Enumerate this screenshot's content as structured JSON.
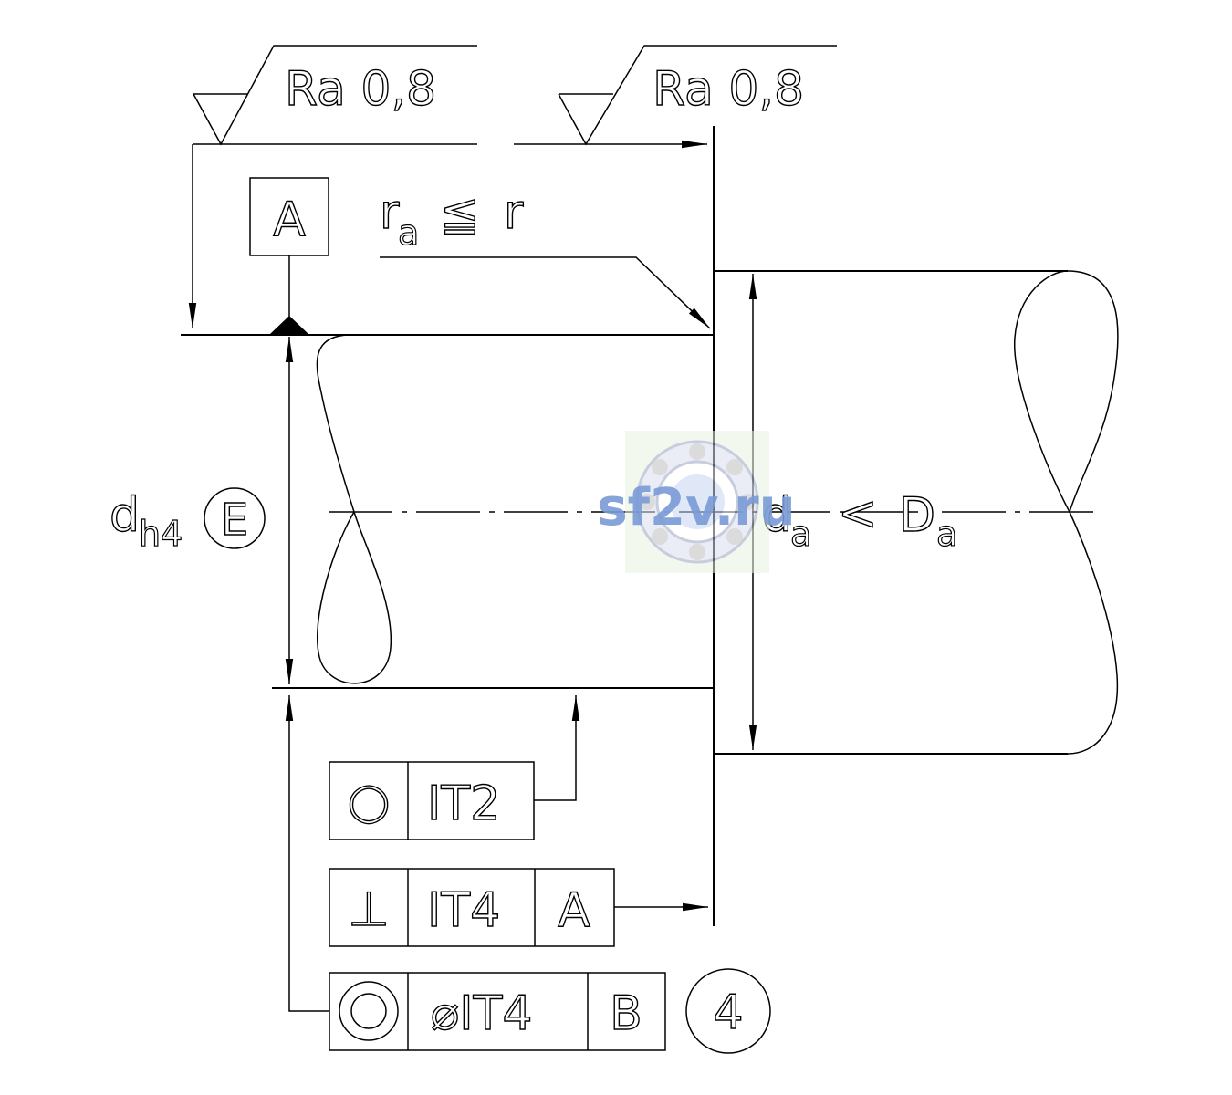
{
  "surface_roughness": [
    {
      "text": "Ra 0,8"
    },
    {
      "text": "Ra 0,8"
    }
  ],
  "datum_a": "A",
  "fillet": {
    "r": "r",
    "sub": "a",
    "rel": "≦",
    "r2": "r"
  },
  "shaft_dim": {
    "d": "d",
    "sub": "h4",
    "env": "E"
  },
  "abutment_dim": {
    "d": "d",
    "sub": "a",
    "rel": "<",
    "D": "D",
    "Dsub": "a"
  },
  "tolerance_frames": {
    "roundness": {
      "symbol": "○",
      "value": "IT2"
    },
    "perpendicularity": {
      "symbol": "⊥",
      "value": "IT4",
      "datum": "A"
    },
    "concentricity": {
      "symbol": "◎",
      "value": "⌀IT4",
      "datum": "B",
      "note": "4"
    }
  },
  "watermark": "sf2v.ru"
}
